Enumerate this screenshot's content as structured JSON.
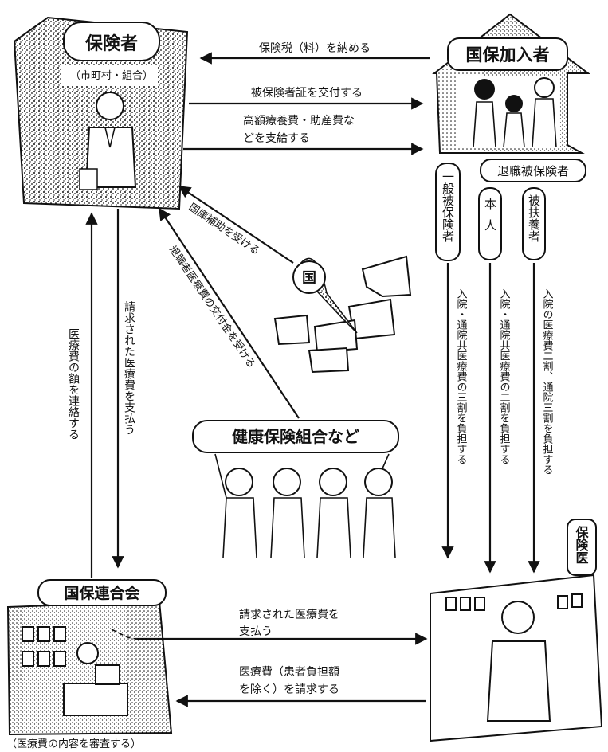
{
  "nodes": {
    "insurer": "保険者",
    "insurer_sub": "（市町村・組合）",
    "members": "国保加入者",
    "retired_insured": "退職被保険者",
    "general_insured": "一般被保険者",
    "principal": "本人",
    "dependent": "被扶養者",
    "state": "国",
    "health_unions": "健康保険組合など",
    "federation": "国保連合会",
    "federation_note": "（医療費の内容を審査する）",
    "doctor": "保険医"
  },
  "flows": {
    "pay_tax": "保険税（料）を納める",
    "issue_card": "被保険者証を交付する",
    "pay_benefits_1": "高額療養費・助産費な",
    "pay_benefits_2": "どを支給する",
    "state_subsidy": "国庫補助を受ける",
    "retiree_grant": "退職者医療費の交付金を受ける",
    "pay_claims_vertical": "請求された医療費を支払う",
    "report_costs": "医療費の額を連絡する",
    "general_copay": "入院・通院共医療費の三割を負担する",
    "principal_copay": "入院・通院共医療費の二割を負担する",
    "dependent_copay": "入院の医療費二割、通院三割を負担する",
    "pay_claims_1": "請求された医療費を",
    "pay_claims_2": "支払う",
    "claim_1": "医療費（患者負担額",
    "claim_2": "を除く）を請求する"
  }
}
